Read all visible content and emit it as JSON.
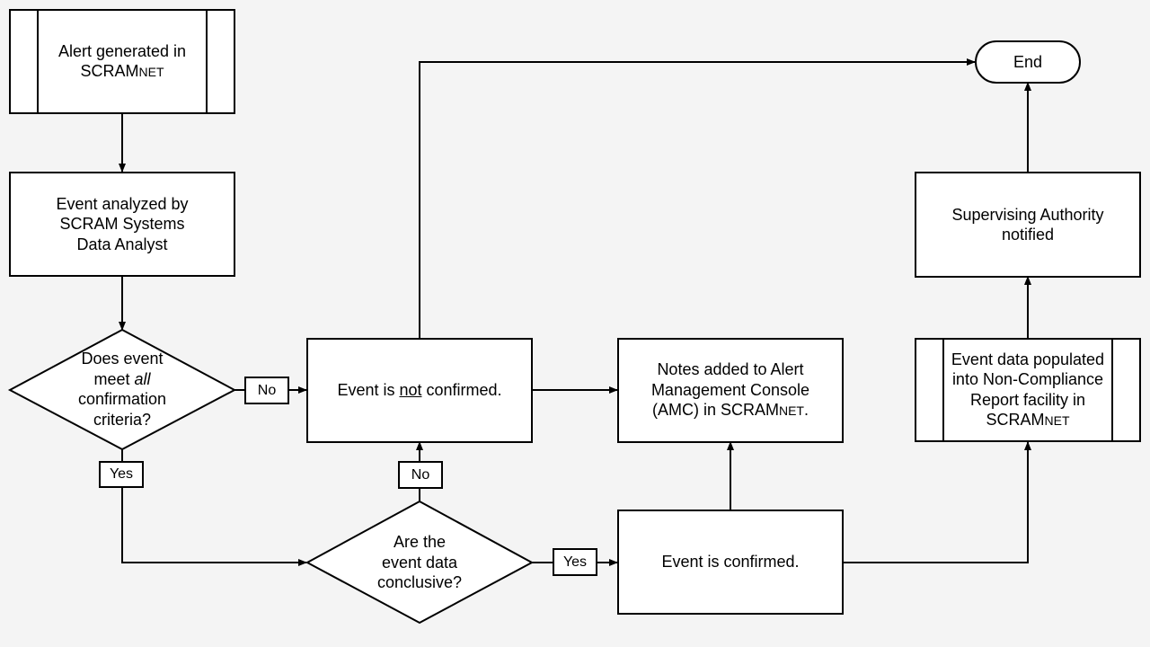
{
  "colors": {
    "background": "#f4f4f4",
    "box_fill": "#ffffff",
    "stroke": "#000000"
  },
  "nodes": {
    "alert": {
      "line1": "Alert generated in",
      "line2": "SCRAM",
      "line2_small": "NET"
    },
    "analyzed": {
      "line1": "Event analyzed by",
      "line2": "SCRAM Systems",
      "line3": "Data Analyst"
    },
    "criteria": {
      "line1": "Does event",
      "line2_pre": "meet ",
      "line2_em": "all",
      "line3": "confirmation",
      "line4": "criteria?"
    },
    "not_confirmed": {
      "pre": "Event is ",
      "underlined": "not",
      "post": " confirmed."
    },
    "notes": {
      "line1": "Notes added to Alert",
      "line2": "Management Console",
      "line3_pre": "(AMC) in SCRAM",
      "line3_small": "NET",
      "line3_post": "."
    },
    "conclusive": {
      "line1": "Are the",
      "line2": "event data",
      "line3": "conclusive?"
    },
    "confirmed": {
      "text": "Event is confirmed."
    },
    "populated": {
      "line1": "Event data populated",
      "line2": "into Non-Compliance",
      "line3": "Report facility in",
      "line4": "SCRAM",
      "line4_small": "NET"
    },
    "notified": {
      "line1": "Supervising Authority",
      "line2": "notified"
    },
    "end": {
      "text": "End"
    }
  },
  "edge_labels": {
    "criteria_no": "No",
    "criteria_yes": "Yes",
    "conclusive_no": "No",
    "conclusive_yes": "Yes"
  }
}
